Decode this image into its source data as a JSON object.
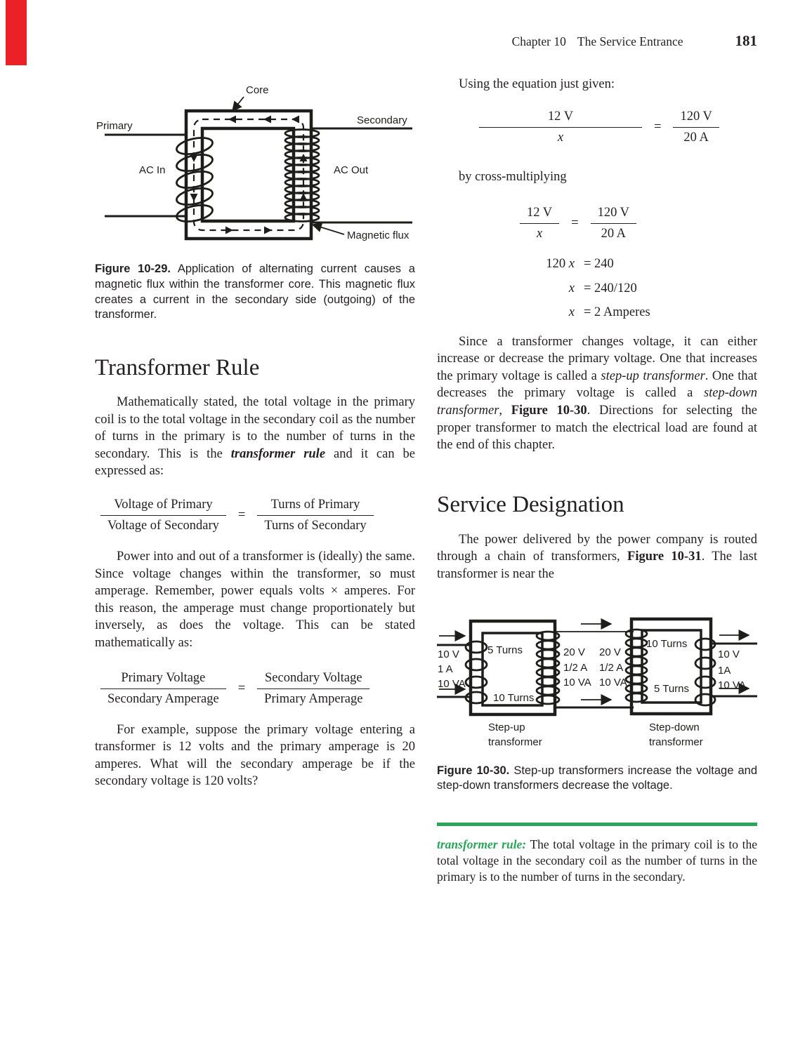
{
  "header": {
    "chapter": "Chapter 10",
    "title": "The Service Entrance",
    "page_number": "181"
  },
  "colors": {
    "accent_red": "#ec2127",
    "accent_green": "#2aa559",
    "ink": "#231f20"
  },
  "symbols": {
    "equals": "="
  },
  "fig29": {
    "labels": {
      "core": "Core",
      "primary": "Primary",
      "secondary": "Secondary",
      "ac_in": "AC In",
      "ac_out": "AC Out",
      "flux": "Magnetic flux"
    },
    "caption_lead": "Figure 10-29.",
    "caption_rest": " Application of alternating current causes a magnetic flux within the transformer core. This magnetic flux creates a current in the secondary side (outgoing) of the transformer."
  },
  "left": {
    "heading": "Transformer Rule",
    "para1": {
      "t1": "Mathematically stated, the total voltage in the primary coil is to the total voltage in the secondary coil as the number of turns in the primary is to the number of turns in the secondary. This is the ",
      "t2": "transformer rule",
      "t3": " and it can be expressed as:"
    },
    "eq1": {
      "nl": "Voltage of Primary",
      "dl": "Voltage of Secondary",
      "nr": "Turns of Primary",
      "dr": "Turns of Secondary"
    },
    "para2": "Power into and out of a transformer is (ideally) the same. Since voltage changes within the transformer, so must amperage. Remember, power equals volts × amperes. For this reason, the amperage must change proportionately but inversely, as does the voltage. This can be stated mathematically as:",
    "eq2": {
      "nl": "Primary Voltage",
      "dl": "Secondary Amperage",
      "nr": "Secondary Voltage",
      "dr": "Primary Amperage"
    },
    "para3": "For example, suppose the primary voltage entering a transformer is 12 volts and the primary amperage is 20 amperes. What will the secondary amperage be if the secondary voltage is 120 volts?"
  },
  "right": {
    "intro": "Using the equation just given:",
    "eqA": {
      "nl": "12 V",
      "dl": "x",
      "nr": "120 V",
      "dr": "20 A"
    },
    "cross": "by cross-multiplying",
    "eqB": {
      "nl": "12 V",
      "dl": "x",
      "nr": "120 V",
      "dr": "20 A"
    },
    "solve": [
      {
        "pre": "120 ",
        "var": "x",
        "rhs": "= 240"
      },
      {
        "pre": "",
        "var": "x",
        "rhs": "= 240/120"
      },
      {
        "pre": "",
        "var": "x",
        "rhs": "= 2 Amperes"
      }
    ],
    "since": {
      "t1": "Since a transformer changes voltage, it can either increase or decrease the primary voltage. One that increases the primary voltage is called a ",
      "i1": "step-up transformer",
      "t2": ". One that decreases the primary voltage is called a ",
      "i2": "step-down transformer",
      "t3": ", ",
      "b1": "Figure 10-30",
      "t4": ". Directions for selecting the proper transformer to match the electrical load are found at the end of this chapter."
    },
    "heading": "Service Designation",
    "service": {
      "t1": "The power delivered by the power company is routed through a chain of transformers, ",
      "b1": "Figure 10-31",
      "t2": ". The last transformer is near the"
    }
  },
  "fig30": {
    "in_labels": [
      "10 V",
      "1 A",
      "10 VA"
    ],
    "stepup_top": "5 Turns",
    "stepup_bottom": "10 Turns",
    "mid1": [
      "20 V",
      "1/2 A",
      "10 VA"
    ],
    "mid2": [
      "20 V",
      "1/2 A",
      "10 VA"
    ],
    "stepdown_top": "10 Turns",
    "stepdown_bottom": "5 Turns",
    "out_labels": [
      "10 V",
      "1A",
      "10 VA"
    ],
    "stepup_caption1": "Step-up",
    "stepup_caption2": "transformer",
    "stepdown_caption1": "Step-down",
    "stepdown_caption2": "transformer",
    "caption_lead": "Figure 10-30.",
    "caption_rest": " Step-up transformers increase the voltage and step-down transformers decrease the voltage."
  },
  "definition": {
    "term": "transformer rule:",
    "rest": " The total voltage in the primary coil is to the total voltage in the secondary coil as the number of turns in the primary is to the number of turns in the secondary."
  }
}
